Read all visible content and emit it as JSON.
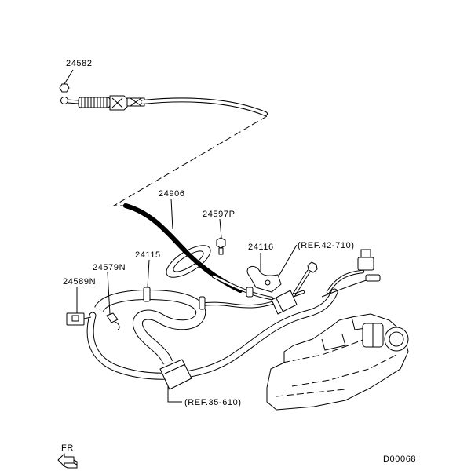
{
  "labels": {
    "p24582": "24582",
    "p24906": "24906",
    "p24597P": "24597P",
    "p24116": "24116",
    "ref42": "(REF.42-710)",
    "p24115": "24115",
    "p24579N": "24579N",
    "p24589N": "24589N",
    "ref35": "(REF.35-610)",
    "front": "FR",
    "code": "D00068"
  }
}
